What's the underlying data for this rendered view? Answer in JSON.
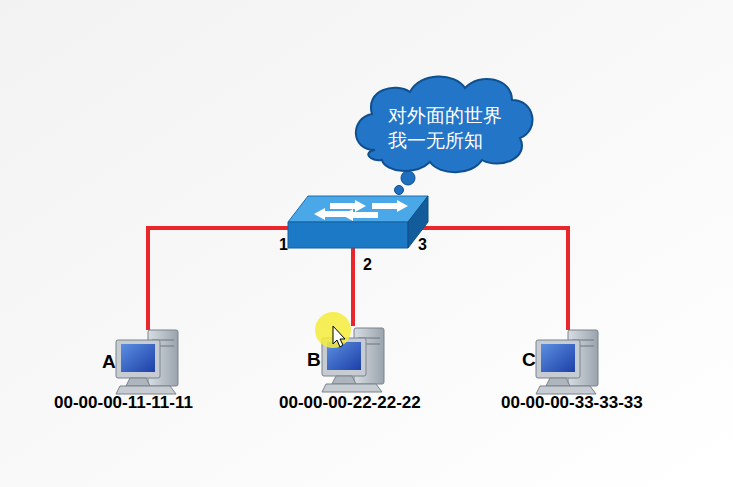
{
  "diagram": {
    "nodes": [
      {
        "text": [
          "对外面的世界 我一无所知"
        ]
      },
      {
        "text": [
          "A",
          "00-00-00-11-11-11"
        ]
      },
      {
        "text": [
          "B",
          "00-00-00-22-22-22"
        ]
      },
      {
        "text": [
          "C",
          "00-00-00-33-33-33"
        ]
      }
    ],
    "labels": [
      "1",
      "2",
      "3"
    ]
  }
}
